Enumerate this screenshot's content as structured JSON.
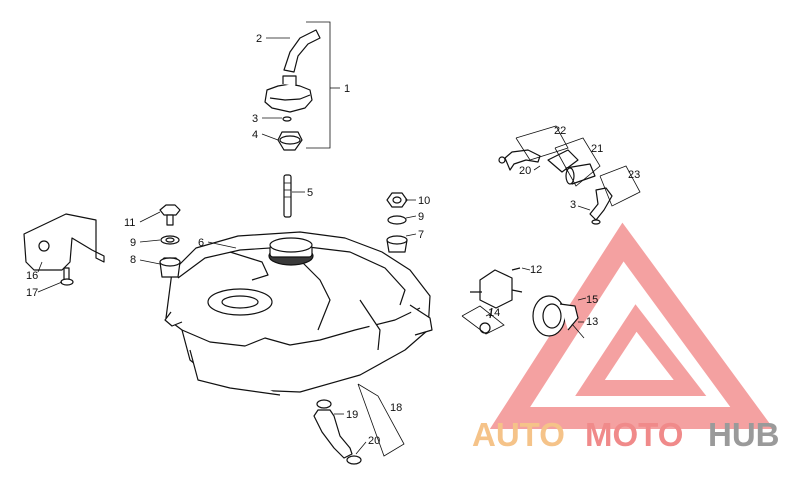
{
  "diagram": {
    "callouts": [
      {
        "id": "c1",
        "text": "1"
      },
      {
        "id": "c2",
        "text": "2"
      },
      {
        "id": "c3a",
        "text": "3"
      },
      {
        "id": "c4",
        "text": "4"
      },
      {
        "id": "c5",
        "text": "5"
      },
      {
        "id": "c6",
        "text": "6"
      },
      {
        "id": "c7",
        "text": "7"
      },
      {
        "id": "c8",
        "text": "8"
      },
      {
        "id": "c9a",
        "text": "9"
      },
      {
        "id": "c9b",
        "text": "9"
      },
      {
        "id": "c10",
        "text": "10"
      },
      {
        "id": "c11",
        "text": "11"
      },
      {
        "id": "c12",
        "text": "12"
      },
      {
        "id": "c13",
        "text": "13"
      },
      {
        "id": "c14",
        "text": "14"
      },
      {
        "id": "c15",
        "text": "15"
      },
      {
        "id": "c16",
        "text": "16"
      },
      {
        "id": "c17",
        "text": "17"
      },
      {
        "id": "c18",
        "text": "18"
      },
      {
        "id": "c19",
        "text": "19"
      },
      {
        "id": "c20a",
        "text": "20"
      },
      {
        "id": "c20b",
        "text": "20"
      },
      {
        "id": "c21",
        "text": "21"
      },
      {
        "id": "c22",
        "text": "22"
      },
      {
        "id": "c23",
        "text": "23"
      },
      {
        "id": "c3b",
        "text": "3"
      }
    ]
  },
  "watermark": {
    "word_auto": "AUTO",
    "word_moto": "MOTO",
    "word_hub": "HUB",
    "color_auto": "#f5c389",
    "color_moto": "#f08a8a",
    "color_hub": "#9a9a9a",
    "logo_color": "#f07b7b"
  }
}
